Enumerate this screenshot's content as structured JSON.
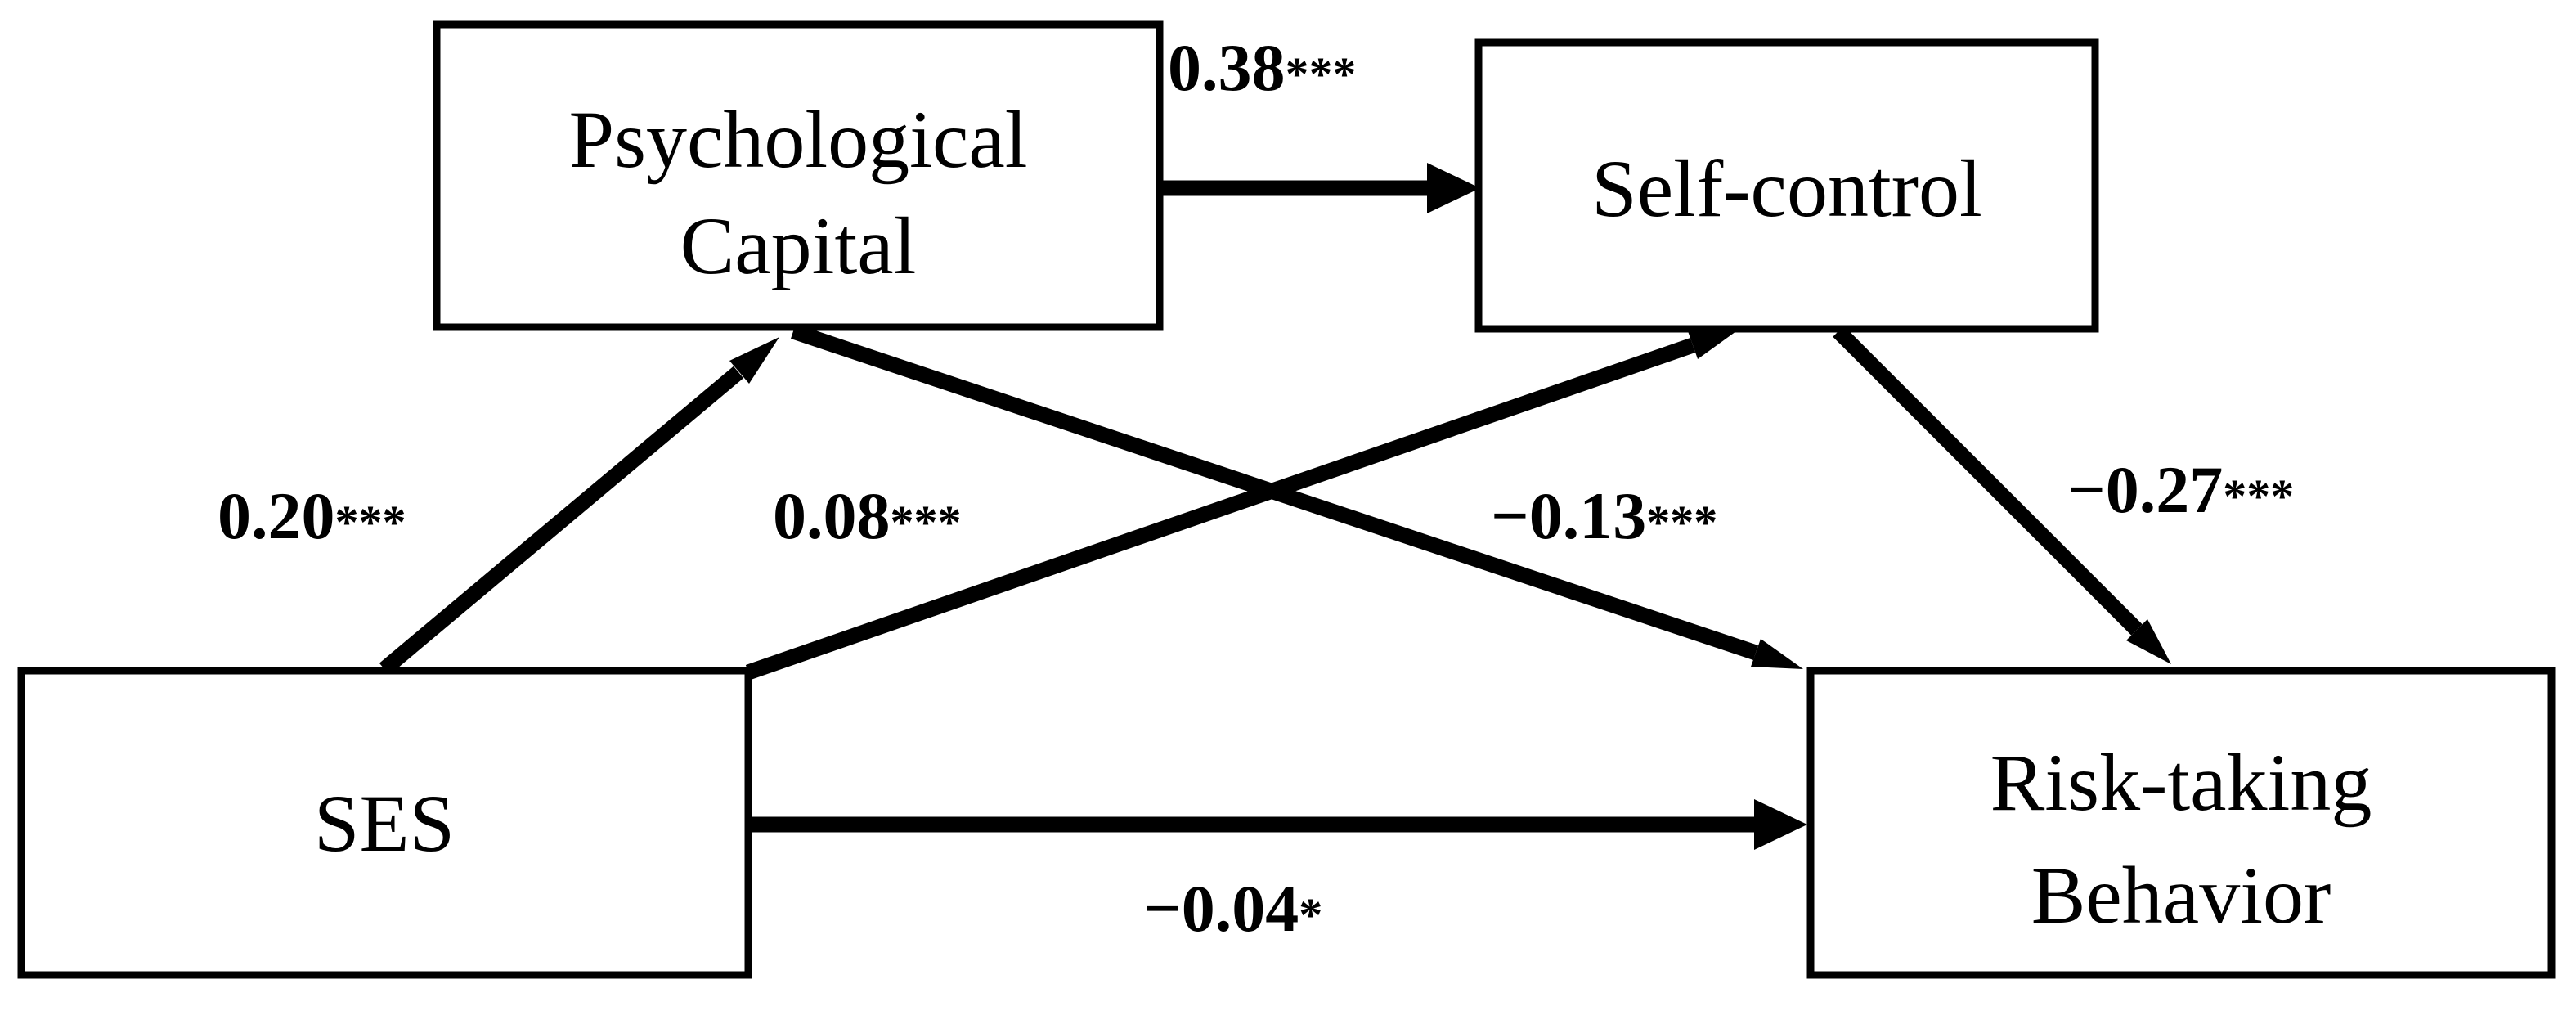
{
  "nodes": {
    "psych_capital": {
      "label_line1": "Psychological",
      "label_line2": "Capital"
    },
    "self_control": {
      "label": "Self-control"
    },
    "ses": {
      "label": "SES"
    },
    "risk_taking": {
      "label_line1": "Risk-taking",
      "label_line2": "Behavior"
    }
  },
  "paths": {
    "ses_to_psych": {
      "value": "0.20",
      "sig": "***"
    },
    "ses_to_self": {
      "value": "0.08",
      "sig": "***"
    },
    "psych_to_self": {
      "value": "0.38",
      "sig": "***"
    },
    "psych_to_risk": {
      "value": "−0.13",
      "sig": "***"
    },
    "self_to_risk": {
      "value": "−0.27",
      "sig": "***"
    },
    "ses_to_risk": {
      "value": "−0.04",
      "sig": "*"
    }
  }
}
